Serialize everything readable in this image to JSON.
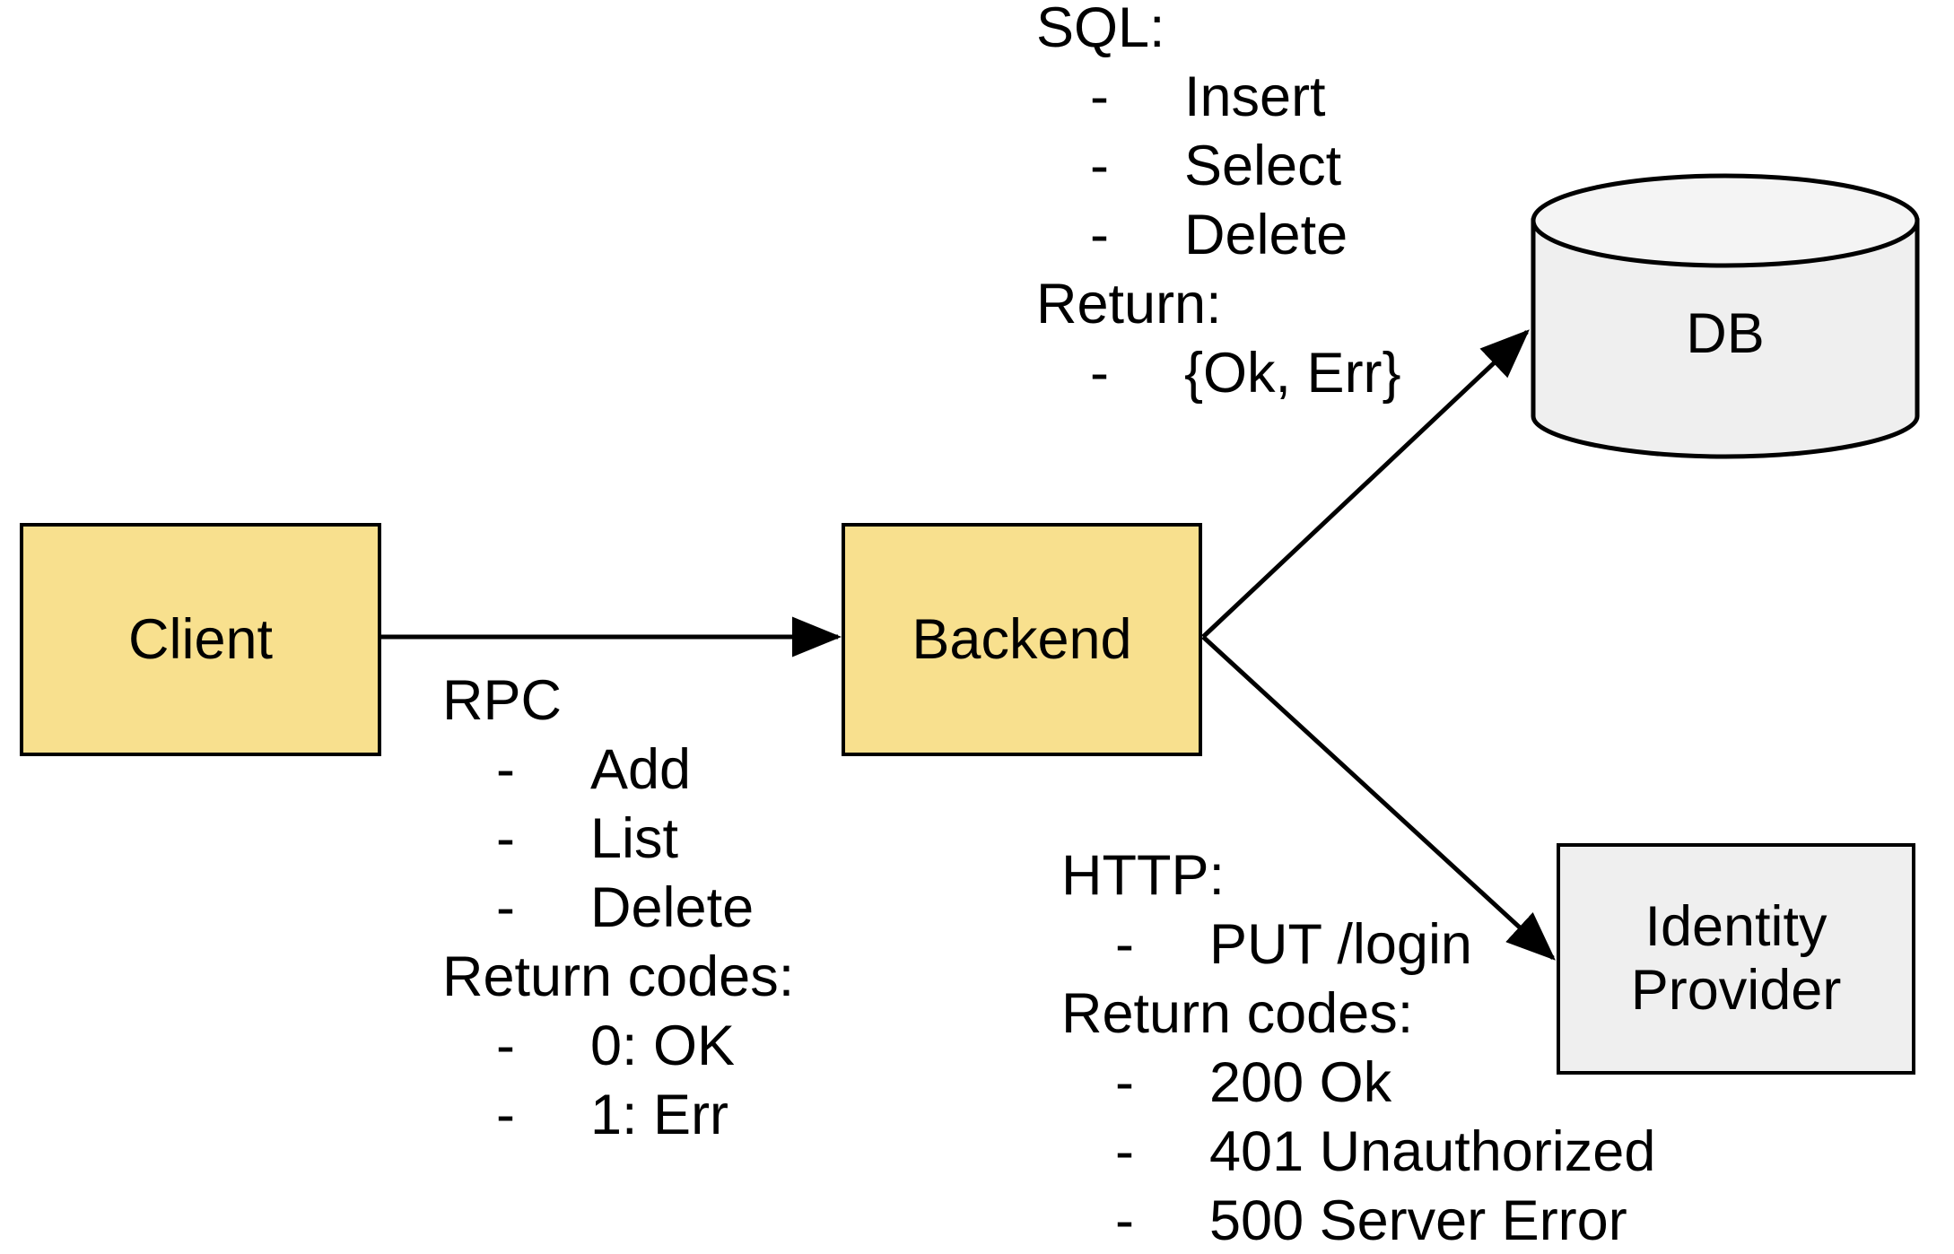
{
  "diagram": {
    "title": "Client / Backend / DB / Identity Provider architecture",
    "colors": {
      "node_fill_service": "#F8E08E",
      "node_fill_external": "#EFEFEF",
      "stroke": "#000000",
      "background": "#FFFFFF"
    }
  },
  "nodes": {
    "client": {
      "label": "Client",
      "shape": "rectangle",
      "fill": "#F8E08E"
    },
    "backend": {
      "label": "Backend",
      "shape": "rectangle",
      "fill": "#F8E08E"
    },
    "db": {
      "label": "DB",
      "shape": "cylinder",
      "fill": "#EFEFEF"
    },
    "identity_provider": {
      "label": "Identity\nProvider",
      "shape": "rectangle",
      "fill": "#EFEFEF"
    }
  },
  "edges": [
    {
      "id": "client-to-backend",
      "from": "Client",
      "to": "Backend",
      "protocol": "RPC",
      "arrow": "single"
    },
    {
      "id": "backend-to-db",
      "from": "Backend",
      "to": "DB",
      "protocol": "SQL",
      "arrow": "single"
    },
    {
      "id": "backend-to-idp",
      "from": "Backend",
      "to": "Identity Provider",
      "protocol": "HTTP",
      "arrow": "single"
    }
  ],
  "annotations": {
    "sql": {
      "heading": "SQL:",
      "items": [
        "Insert",
        "Select",
        "Delete"
      ],
      "return_heading": "Return:",
      "return_items": [
        "{Ok, Err}"
      ],
      "bullet": "-"
    },
    "rpc": {
      "heading": "RPC",
      "items": [
        "Add",
        "List",
        "Delete"
      ],
      "return_heading": "Return codes:",
      "return_items": [
        "0: OK",
        "1: Err"
      ],
      "bullet": "-"
    },
    "http": {
      "heading": "HTTP:",
      "items": [
        "PUT /login"
      ],
      "return_heading": "Return codes:",
      "return_items": [
        "200 Ok",
        "401 Unauthorized",
        "500 Server Error"
      ],
      "bullet": "-"
    }
  }
}
